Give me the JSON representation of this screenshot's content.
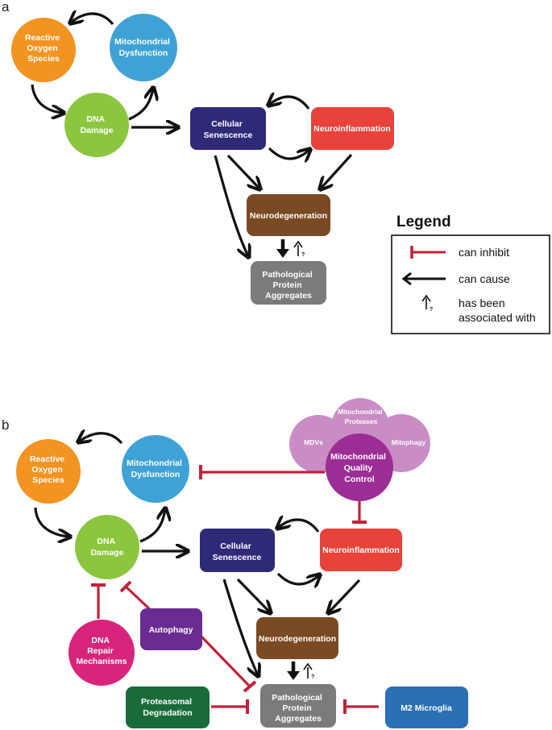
{
  "panels": {
    "a": {
      "label": "a",
      "nodes": {
        "ros": [
          "Reactive",
          "Oxygen",
          "Species"
        ],
        "mito": [
          "Mitochondrial",
          "Dysfunction"
        ],
        "dna": [
          "DNA",
          "Damage"
        ],
        "senescence": [
          "Cellular",
          "Senescence"
        ],
        "neuroinflammation": [
          "Neuroinflammation"
        ],
        "neurodegeneration": [
          "Neurodegeneration"
        ],
        "aggregates": [
          "Pathological",
          "Protein",
          "Aggregates"
        ]
      }
    },
    "b": {
      "label": "b",
      "nodes": {
        "ros": [
          "Reactive",
          "Oxygen",
          "Species"
        ],
        "mito": [
          "Mitochondrial",
          "Dysfunction"
        ],
        "dna": [
          "DNA",
          "Damage"
        ],
        "senescence": [
          "Cellular",
          "Senescence"
        ],
        "neuroinflammation": [
          "Neuroinflammation"
        ],
        "neurodegeneration": [
          "Neurodegeneration"
        ],
        "aggregates": [
          "Pathological",
          "Protein",
          "Aggregates"
        ],
        "mqc": [
          "Mitochondrial",
          "Quality",
          "Control"
        ],
        "mdvs": [
          "MDVs"
        ],
        "mito_proteases": [
          "Mitochondrial",
          "Proteases"
        ],
        "mitophagy": [
          "Mitophagy"
        ],
        "dna_repair": [
          "DNA",
          "Repair",
          "Mechanisms"
        ],
        "autophagy": [
          "Autophagy"
        ],
        "proteasomal": [
          "Proteasomal",
          "Degradation"
        ],
        "m2_microglia": [
          "M2 Microglia"
        ]
      }
    }
  },
  "legend": {
    "title": "Legend",
    "inhibit": "can inhibit",
    "cause": "can cause",
    "associated": [
      "has been",
      "associated with"
    ],
    "question_mark": "?"
  },
  "colors": {
    "ros": "#f39321",
    "mito": "#3fa2d6",
    "dna": "#8cc63f",
    "senescence": "#2e2a78",
    "neuroinflammation": "#e8423a",
    "neurodegeneration": "#7a4a22",
    "aggregates": "#7b7b7d",
    "mqc": "#9b2d95",
    "mqc_petals": "#c98cc5",
    "dna_repair": "#d9247c",
    "autophagy": "#6a2c91",
    "proteasomal": "#1a6b3a",
    "m2_microglia": "#2b70b5",
    "inhibit": "#c0233a",
    "cause": "#111111"
  }
}
